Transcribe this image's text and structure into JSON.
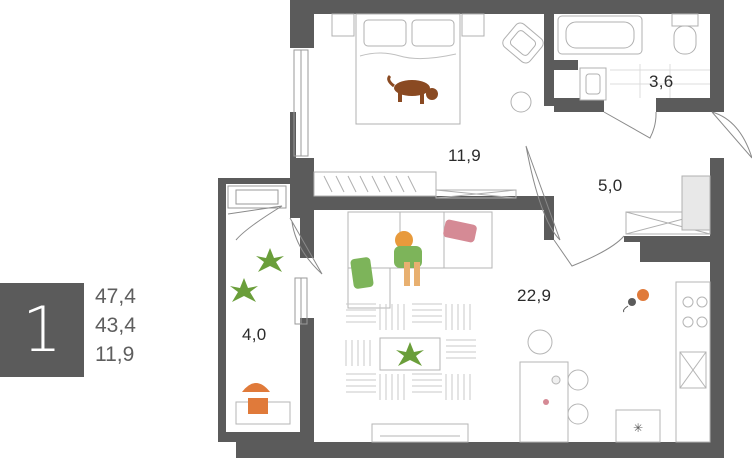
{
  "apartment": {
    "rooms_count": "1",
    "areas": [
      "47,4",
      "43,4",
      "11,9"
    ]
  },
  "rooms": {
    "bedroom": "11,9",
    "bathroom": "3,6",
    "hall": "5,0",
    "living": "22,9",
    "balcony": "4,0"
  },
  "colors": {
    "wall": "#5b5b5b",
    "badge": "#5b5b5b",
    "furniture_line": "#b5b5b5",
    "plant": "#6a9e3a",
    "cushion_pink": "#d58a95",
    "cushion_green": "#7db45a",
    "person": "#e89a3c",
    "dog": "#8a4a22",
    "chair_accent": "#e07a3a"
  }
}
